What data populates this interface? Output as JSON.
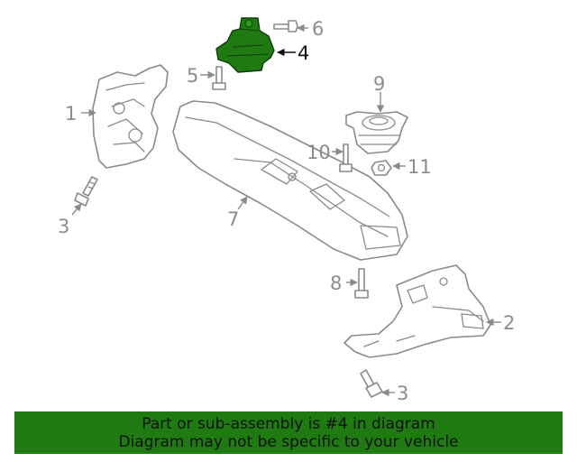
{
  "colors": {
    "highlight_part": "#1f7a12",
    "banner_background": "#1f7a12",
    "line_art": "#8a8a8a",
    "highlight_label": "#111111"
  },
  "callouts": {
    "c1": "1",
    "c2": "2",
    "c3a": "3",
    "c3b": "3",
    "c4": "4",
    "c5": "5",
    "c6": "6",
    "c7": "7",
    "c8": "8",
    "c9": "9",
    "c10": "10",
    "c11": "11"
  },
  "banner": {
    "line1": "Part or sub-assembly is #4 in diagram",
    "line2": "Diagram may not be specific to your vehicle"
  }
}
